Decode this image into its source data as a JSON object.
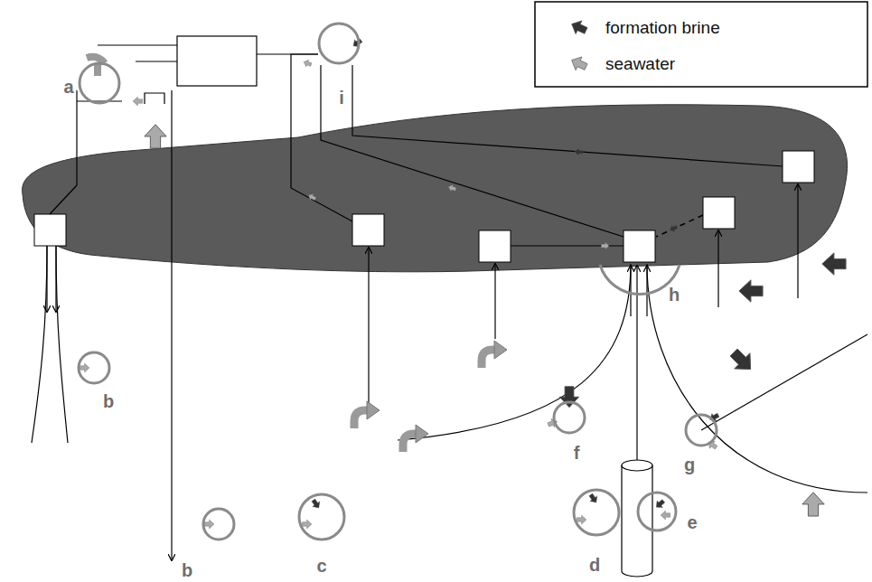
{
  "diagram": {
    "labels": [
      "a",
      "i",
      "b",
      "h",
      "f",
      "g",
      "b",
      "c",
      "d",
      "e"
    ],
    "legend": [
      {
        "text": "formation brine"
      },
      {
        "text": "seawater"
      }
    ]
  }
}
